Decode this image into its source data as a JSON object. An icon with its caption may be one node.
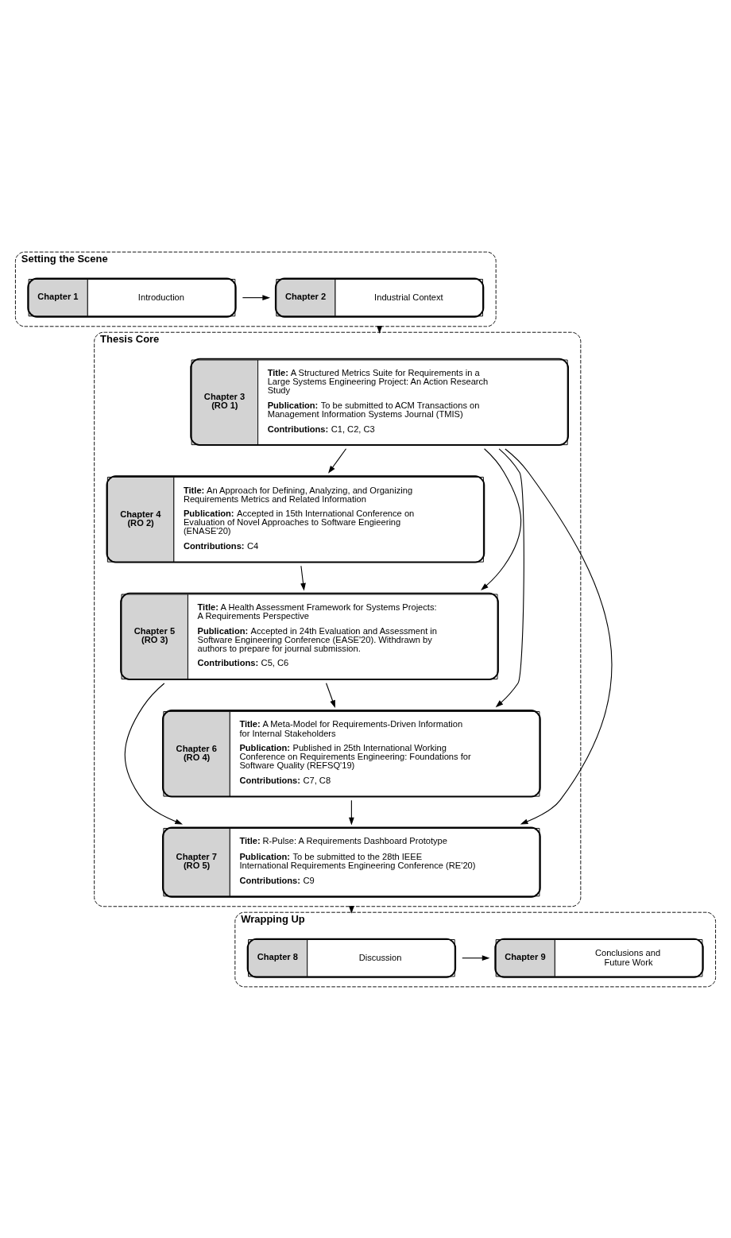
{
  "diagram": {
    "nodes": [
      {
        "text": [
          "Setting the Scene"
        ]
      },
      {
        "text": [
          "Chapter 1",
          "Introduction"
        ],
        "in": 0
      },
      {
        "text": [
          "Chapter 2",
          "Industrial Context"
        ],
        "in": 0
      },
      {
        "text": [
          "Thesis Core"
        ]
      },
      {
        "text": [
          "Chapter 3 (RO 1)",
          "**Title:** A Structured Metrics Suite for Requirements in a Large Systems Engineering Project: An Action Research Study",
          "**Publication:** To be submitted to ACM Transactions on Management Information Systems Journal (TMIS)",
          "**Contributions:** C1, C2, C3"
        ],
        "in": 3
      },
      {
        "text": [
          "Chapter 4 (RO 2)",
          "**Title:** An Approach for Defining, Analyzing, and Organizing Requirements Metrics and Related Information",
          "**Publication:** Accepted in 15th International Conference on Evaluation of Novel Approaches to Software Engieering (ENASE'20)",
          "**Contributions:** C4"
        ],
        "in": 3
      },
      {
        "text": [
          "Chapter 5 (RO 3)",
          "**Title:** A Health Assessment Framework for Systems Projects: A Requirements Perspective",
          "**Publication:** Accepted in 24th Evaluation and Assessment in Software Engineering Conference (EASE'20). Withdrawn by authors to prepare for journal submission.",
          "**Contributions:** C5, C6"
        ],
        "in": 3
      },
      {
        "text": [
          "Chapter 6 (RO 4)",
          "**Title:** A Meta-Model for Requirements-Driven Information for Internal Stakeholders",
          "**Publication:** Published in 25th International Working Conference on Requirements Engineering: Foundations for Software Quality (REFSQ'19)",
          "**Contributions:** C7, C8"
        ],
        "in": 3
      },
      {
        "text": [
          "Chapter 7 (RO 5)",
          "**Title:** R-Pulse: A Requirements Dashboard Prototype",
          "**Publication:** To be submitted to the 28th IEEE International Requirements Engineering Conference (RE'20)",
          "**Contributions:** C9"
        ],
        "in": 3
      },
      {
        "text": [
          "Wrapping Up"
        ]
      },
      {
        "text": [
          "Chapter 8",
          "Discussion"
        ],
        "in": 9
      },
      {
        "text": [
          "Chapter 9",
          "Conclusions and Future Work"
        ],
        "in": 9
      }
    ],
    "edges": [
      {
        "from": 1,
        "to": 2,
        "arrow": "to"
      },
      {
        "from": 0,
        "to": 3,
        "arrow": "to"
      },
      {
        "from": 4,
        "to": 5,
        "arrow": "to"
      },
      {
        "from": 4,
        "to": 6,
        "arrow": "to"
      },
      {
        "from": 4,
        "to": 7,
        "arrow": "to"
      },
      {
        "from": 4,
        "to": 8,
        "arrow": "to"
      },
      {
        "from": 5,
        "to": 6,
        "arrow": "to"
      },
      {
        "from": 6,
        "to": 7,
        "arrow": "to"
      },
      {
        "from": 6,
        "to": 8,
        "arrow": "to"
      },
      {
        "from": 7,
        "to": 8,
        "arrow": "to"
      },
      {
        "from": 3,
        "to": 9,
        "arrow": "to"
      },
      {
        "from": 10,
        "to": 11,
        "arrow": "to"
      }
    ]
  }
}
